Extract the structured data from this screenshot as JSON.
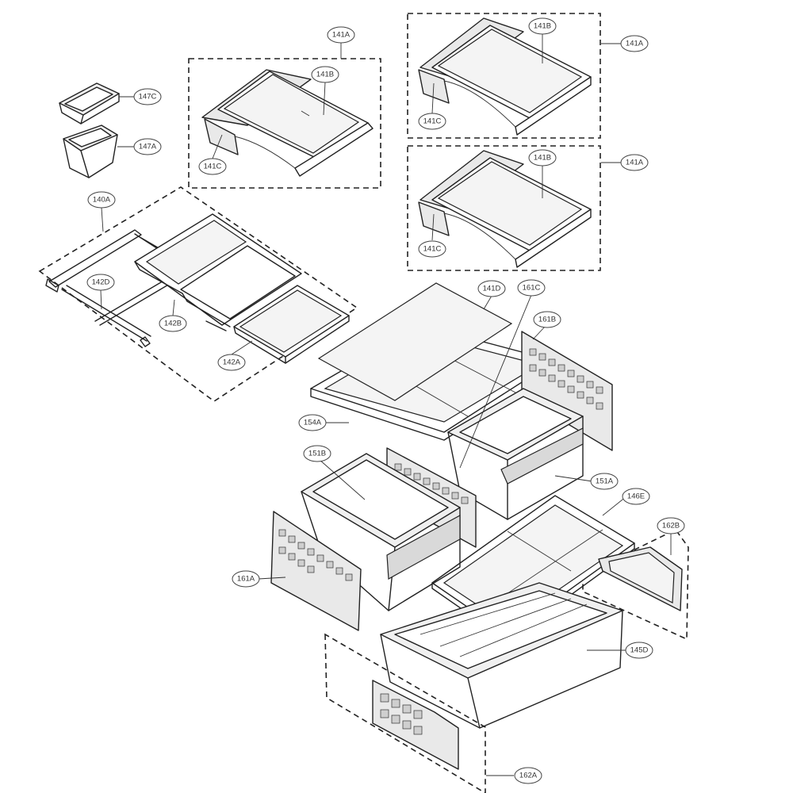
{
  "parts": [
    {
      "id": "p141A_top",
      "code": "141A"
    },
    {
      "id": "p141B_left",
      "code": "141B"
    },
    {
      "id": "p141C_left",
      "code": "141C"
    },
    {
      "id": "p141B_tr",
      "code": "141B"
    },
    {
      "id": "p141A_tr",
      "code": "141A"
    },
    {
      "id": "p141C_tr",
      "code": "141C"
    },
    {
      "id": "p141B_mr",
      "code": "141B"
    },
    {
      "id": "p141A_mr",
      "code": "141A"
    },
    {
      "id": "p141C_mr",
      "code": "141C"
    },
    {
      "id": "p147C",
      "code": "147C"
    },
    {
      "id": "p147A",
      "code": "147A"
    },
    {
      "id": "p140A",
      "code": "140A"
    },
    {
      "id": "p142D",
      "code": "142D"
    },
    {
      "id": "p142B",
      "code": "142B"
    },
    {
      "id": "p142A",
      "code": "142A"
    },
    {
      "id": "p141D",
      "code": "141D"
    },
    {
      "id": "p161C",
      "code": "161C"
    },
    {
      "id": "p161B",
      "code": "161B"
    },
    {
      "id": "p154A",
      "code": "154A"
    },
    {
      "id": "p151B",
      "code": "151B"
    },
    {
      "id": "p151A",
      "code": "151A"
    },
    {
      "id": "p146E",
      "code": "146E"
    },
    {
      "id": "p162B",
      "code": "162B"
    },
    {
      "id": "p161A",
      "code": "161A"
    },
    {
      "id": "p145D",
      "code": "145D"
    },
    {
      "id": "p162A",
      "code": "162A"
    }
  ]
}
